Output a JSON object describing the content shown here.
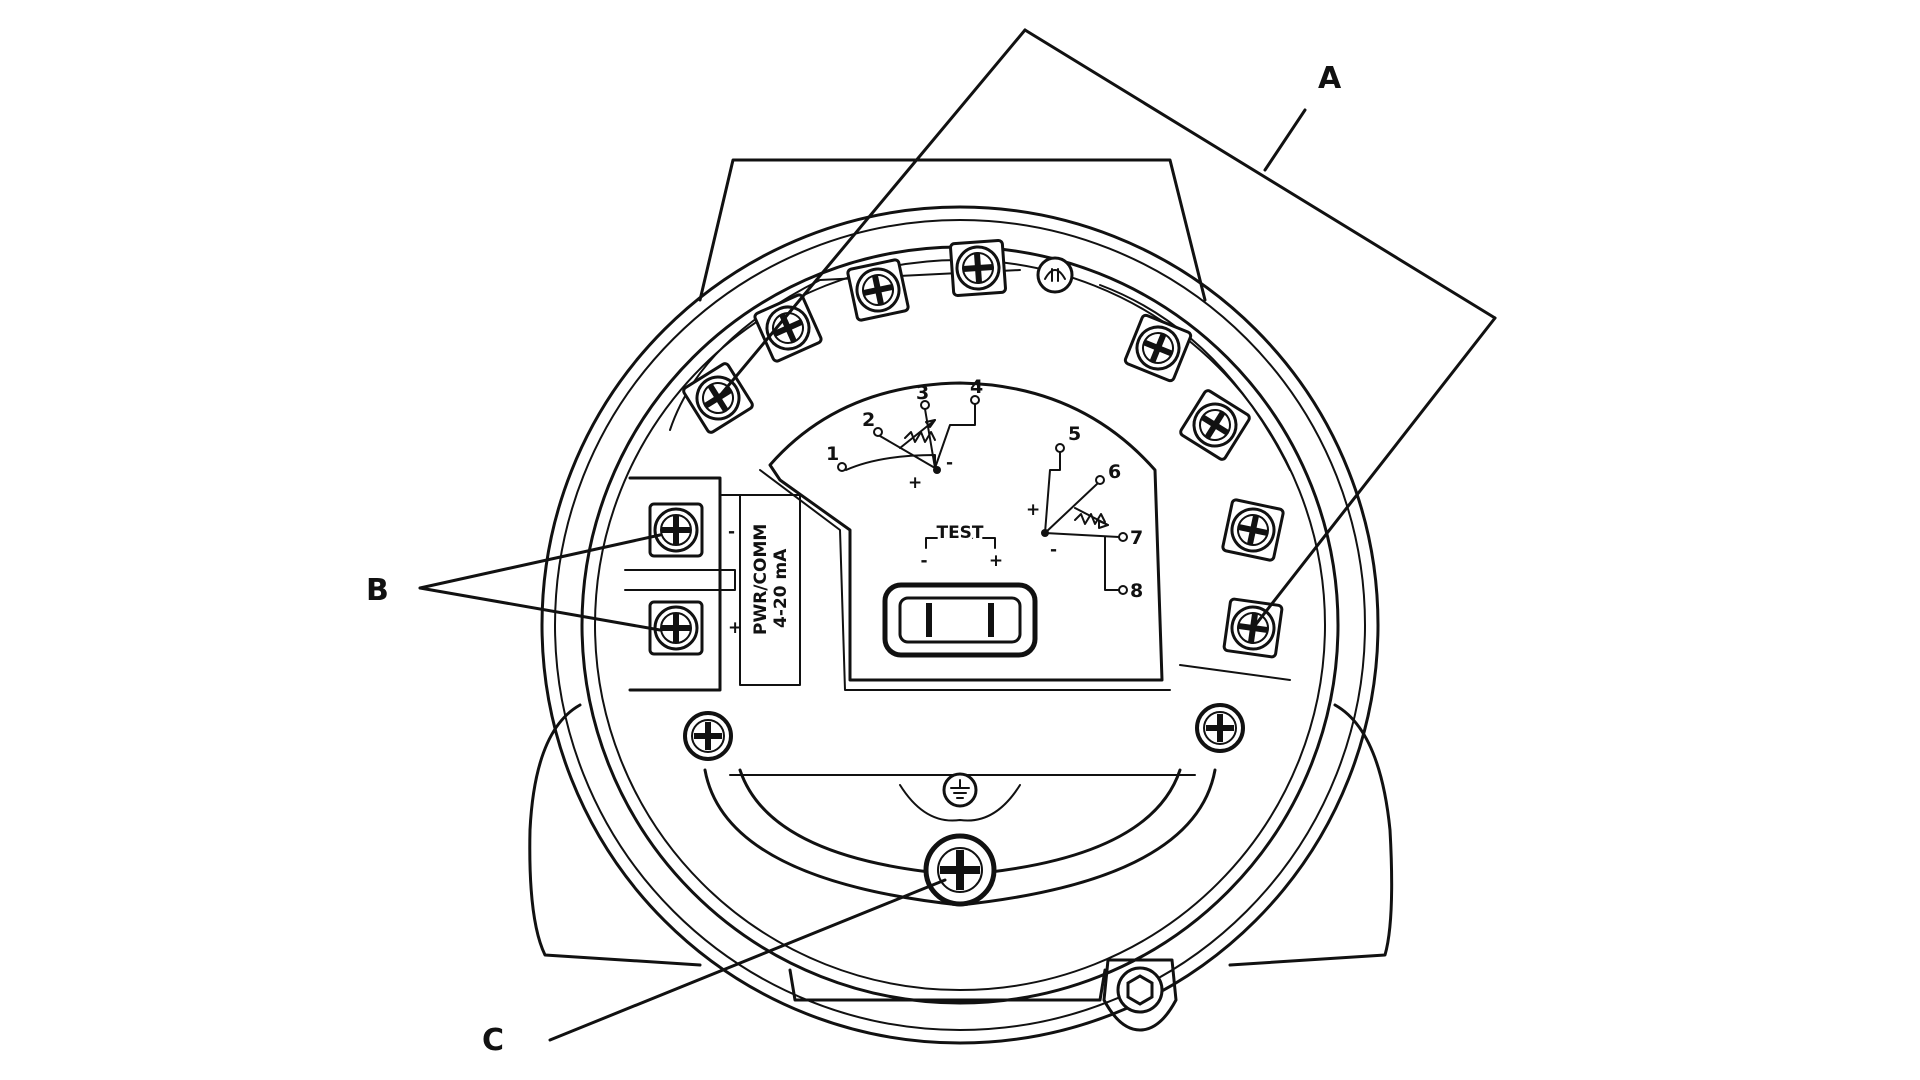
{
  "callouts": {
    "a": "A",
    "b": "B",
    "c": "C"
  },
  "terminal_numbers": [
    "1",
    "2",
    "3",
    "4",
    "5",
    "6",
    "7",
    "8"
  ],
  "sensor_polarity": {
    "plus": "+",
    "minus": "-"
  },
  "test_label": "TEST",
  "test_polarity": {
    "minus": "-",
    "plus": "+"
  },
  "pwr_label": {
    "line1": "PWR/COMM",
    "line2": "4-20 mA"
  },
  "pwr_polarity": {
    "minus": "-",
    "plus": "+"
  },
  "icons": [
    "terminal-screw-icon",
    "ground-screw-icon",
    "mounting-screw-icon",
    "hex-bolt-icon"
  ],
  "colors": {
    "ink": "#111111",
    "background": "#ffffff"
  }
}
